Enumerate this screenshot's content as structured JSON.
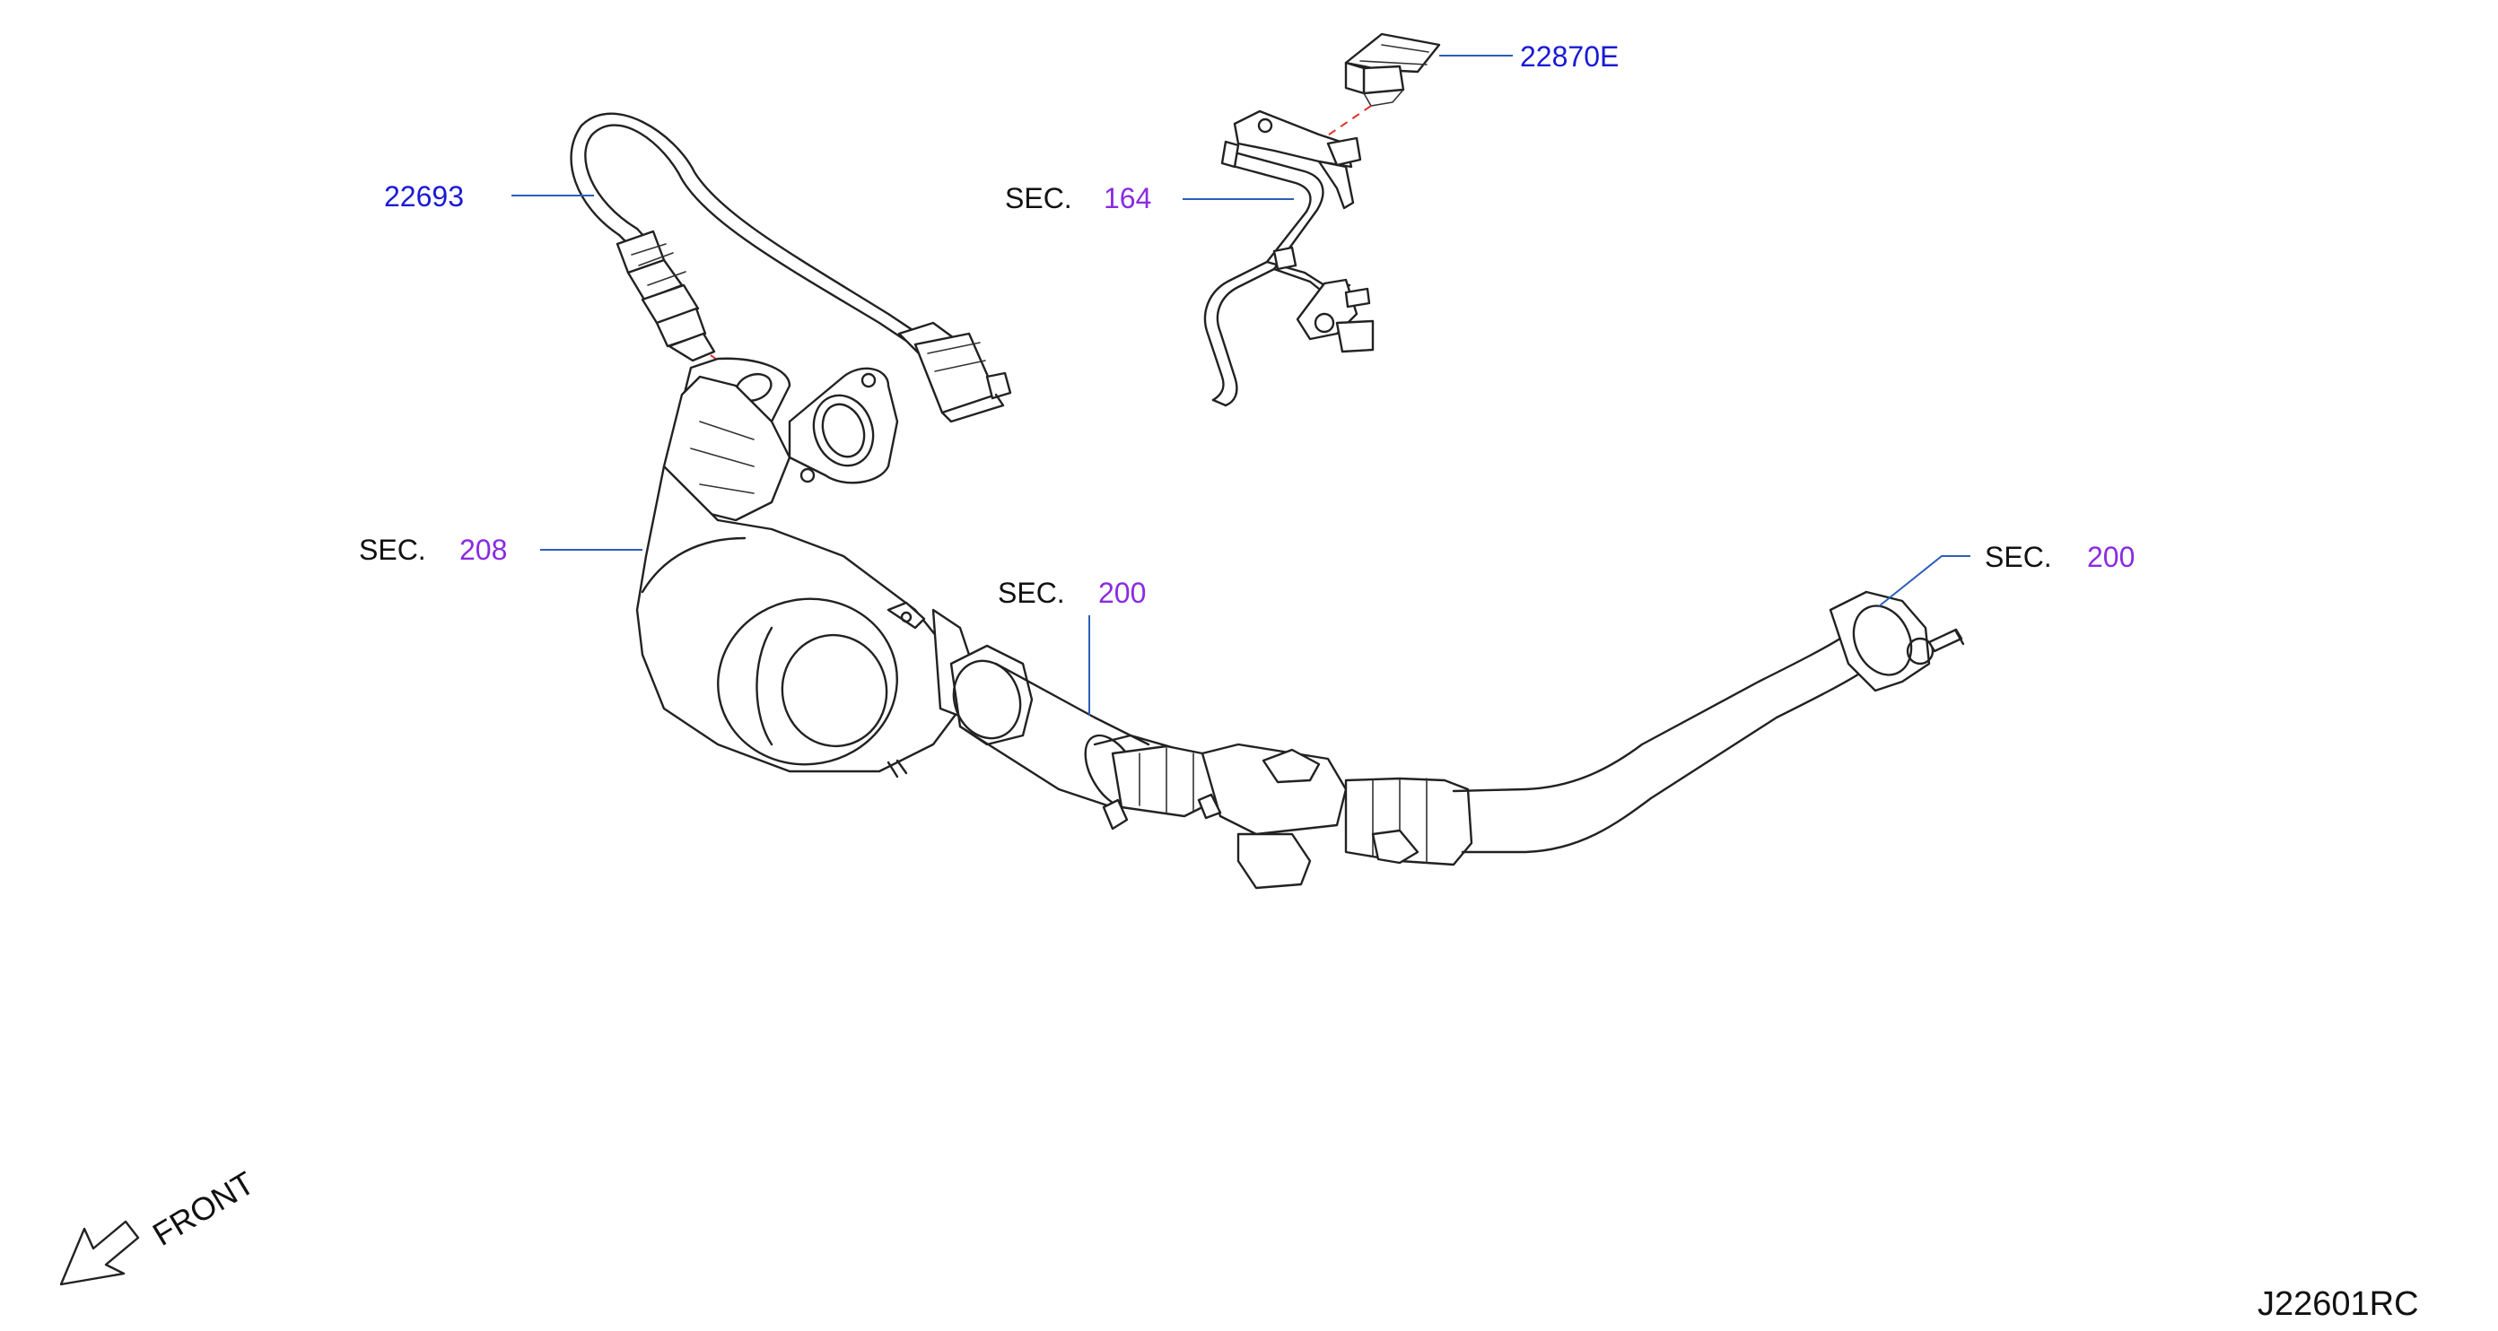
{
  "callouts": {
    "oxygen_sensor": {
      "part_number": "22693"
    },
    "bracket_clip": {
      "part_number": "22870E"
    },
    "sec_164": {
      "prefix": "SEC.",
      "number": "164"
    },
    "sec_208": {
      "prefix": "SEC.",
      "number": "208"
    },
    "sec_200_center": {
      "prefix": "SEC.",
      "number": "200"
    },
    "sec_200_right": {
      "prefix": "SEC.",
      "number": "200"
    }
  },
  "front_indicator": {
    "label": "FRONT"
  },
  "diagram_id": "J22601RC",
  "colors": {
    "part_number": "#1a1ad6",
    "section_number": "#8a2be2",
    "leader_line": "#2b5fb8",
    "hidden_line": "#e0302a"
  }
}
